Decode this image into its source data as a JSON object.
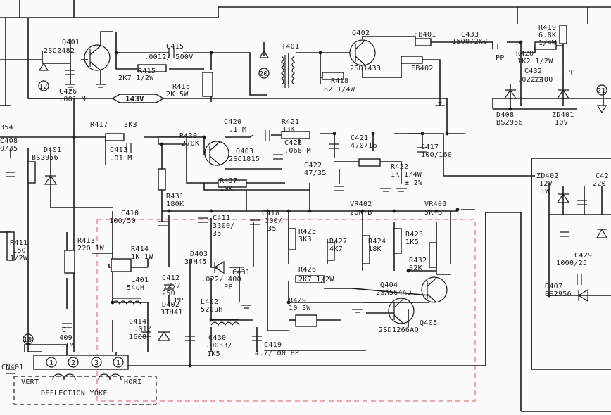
{
  "labels": {
    "q401": "Q401",
    "q401_part": "2SC2482",
    "c415": "C415",
    "c415_val": ".0012/ 500V",
    "r415": "R415",
    "r415_val": "2K7 1/2W",
    "r416": "R416",
    "r416_val": "2K 5W",
    "c426": "C426",
    "c426_val": ".001 M",
    "t401": "T401",
    "q402": "Q402",
    "q402_part": "2SD1433",
    "r418": "R418",
    "r418_val": "82 1/4W",
    "fb401": "FB401",
    "fb402": "FB402",
    "c433": "C433",
    "c433_val": "1500/2KV",
    "pp1": "PP",
    "r419": "R419",
    "r419_val": "6.8K",
    "r419_w": "1/4W",
    "r420": "R420",
    "r420_val": "1K2 1/2W",
    "c432": "C432",
    "c432_val": ".022/400",
    "pp2": "PP",
    "d408": "D408",
    "d408_part": "BS2956",
    "zd401": "ZD401",
    "zd401_val": "10V",
    "v143": "143V",
    "b354": "354",
    "c408": "C408",
    "c408_val": "0/35",
    "d401": "D401",
    "d401_part": "BS2956",
    "r417": "R417",
    "r417_val": "3K3",
    "c413": "C413",
    "c413_val": ".01 M",
    "r430": "R430",
    "r430_val": "270K",
    "q403": "Q403",
    "q403_part": "2SC1815",
    "c420": "C420",
    "c420_val": ".1 M",
    "r421": "R421",
    "r421_val": "33K",
    "c423": "C423",
    "c423_val": ".068 M",
    "c421": "C421",
    "c421_val": "470/16",
    "c417": "C417",
    "c417_val": "100/160",
    "c422": "C422",
    "c422_val": "47/35",
    "r422": "R422",
    "r422_val": "1K 1/4W",
    "r422_tol": "± 2%",
    "r437": "R437",
    "r437_val": "10K",
    "r431": "R431",
    "r431_val": "180K",
    "vr402": "VR402",
    "vr402_val": "20K-B",
    "vr403": "VR403",
    "vr403_val": "5K-B",
    "c410": "C410",
    "c410_val": "100/50",
    "c411": "C411",
    "c411_val": "3300/",
    "c411_v": "35",
    "c418": "C418",
    "c418_val": "100/",
    "c418_v": "35",
    "r425": "R425",
    "r425_val": "3K3",
    "r427": "R427",
    "r427_val": "4K7",
    "r424": "R424",
    "r424_val": "18K",
    "r423": "R423",
    "r423_val": "1K5",
    "r432": "R432",
    "r432_val": "82K",
    "r411": "R411",
    "r411_val": "150",
    "r411_w": "1/2W",
    "r413": "R413",
    "r413_val": "220 1W",
    "r414": "R414",
    "r414_val": "1K 1W",
    "d403": "D403",
    "d403_part": "3JH45",
    "c431": "C431",
    "c431_val": ".022/ 400",
    "pp3": "PP",
    "l401": "L401",
    "l401_val": "54uH",
    "c412": "C412",
    "c412_val": ".27/",
    "c412_v": "250",
    "pp4": "PP",
    "d402": "D402",
    "d402_part": "3TH41",
    "l402": "L402",
    "l402_val": "520uH",
    "r426": "R426",
    "r426_val": "2K7 1/2W",
    "q404": "Q404",
    "q404_part": "2SA564AQ",
    "r429": "R429",
    "r429_val": "10 3W",
    "q405": "Q405",
    "q405_part": "2SD1266AQ",
    "c414": "C414",
    "c414_val": ".01/",
    "c414_v": "1600",
    "c430": "C430",
    "c430_val": ".0033/",
    "c430_v": "1K5",
    "c419": "C419",
    "c419_val": "4.7/100 BP",
    "c409": "C",
    "c409_num": "409",
    "c409_val": ".1M",
    "cn401": "CN401",
    "vert": "VERT",
    "hori": "HORI",
    "yoke": "DEFLECTION YOKE",
    "zd402": "ZD402",
    "zd402_val": "12V",
    "zd402_w": "1W",
    "c429": "C429",
    "c429_val": "1000/25",
    "d407": "D407",
    "d407_part": "BS2956",
    "c42x": "C42",
    "c42x_val": "220",
    "pin1": "1",
    "pin2": "2",
    "pin3": "3",
    "pin4": "1",
    "term12": "12",
    "term20": "20",
    "term18": "18",
    "term21": "21"
  }
}
